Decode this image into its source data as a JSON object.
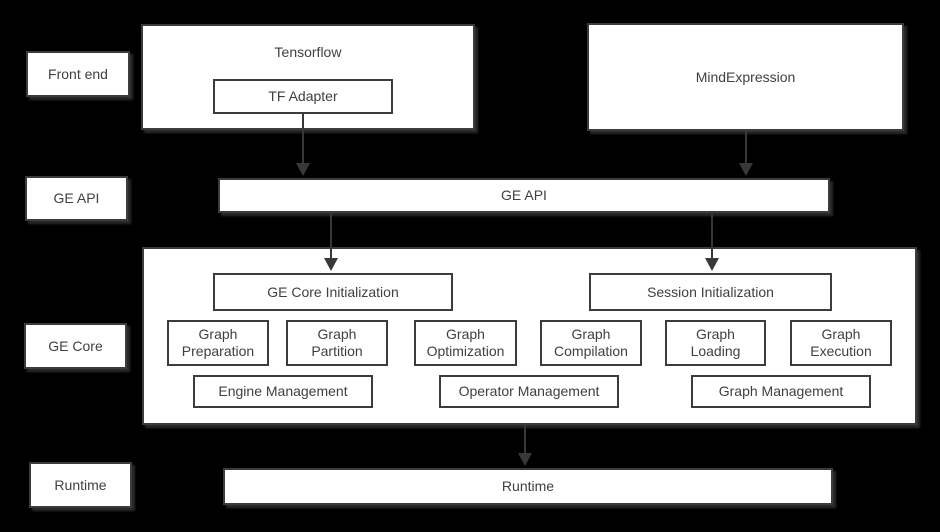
{
  "colors": {
    "background": "#000000",
    "box_fill": "#ffffff",
    "box_border": "#3c3c3c",
    "text": "#404040",
    "arrow": "#383838"
  },
  "layers": {
    "front_end": "Front end",
    "ge_api": "GE API",
    "ge_core": "GE Core",
    "runtime": "Runtime"
  },
  "front_end": {
    "tensorflow": "Tensorflow",
    "tf_adapter": "TF Adapter",
    "mind_expression": "MindExpression"
  },
  "ge_api": {
    "bar": "GE API"
  },
  "ge_core": {
    "ge_core_initialization": "GE Core Initialization",
    "session_initialization": "Session Initialization",
    "modules": [
      "Graph Preparation",
      "Graph Partition",
      "Graph Optimization",
      "Graph Compilation",
      "Graph Loading",
      "Graph Execution"
    ],
    "management": [
      "Engine Management",
      "Operator Management",
      "Graph Management"
    ]
  },
  "runtime": {
    "bar": "Runtime"
  }
}
